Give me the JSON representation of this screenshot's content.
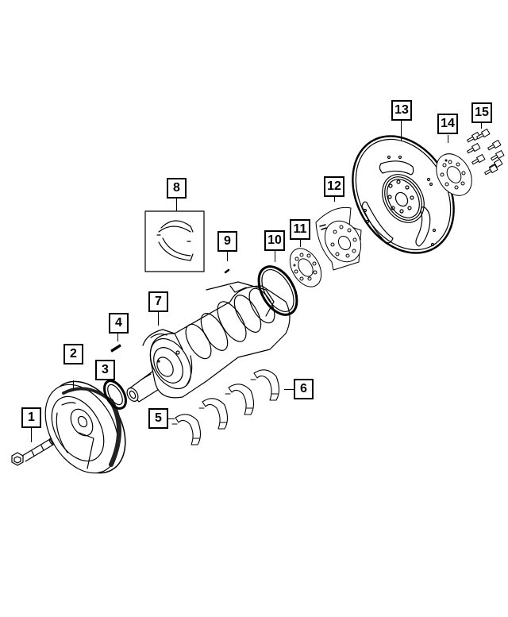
{
  "diagram": {
    "type": "exploded-parts-diagram",
    "subject": "Crankshaft, flywheel and related components",
    "line_color": "#000000",
    "background": "#ffffff",
    "callouts": [
      {
        "id": 1,
        "label": "1",
        "part": "crankshaft-damper-bolt"
      },
      {
        "id": 2,
        "label": "2",
        "part": "vibration-damper"
      },
      {
        "id": 3,
        "label": "3",
        "part": "front-crankshaft-seal"
      },
      {
        "id": 4,
        "label": "4",
        "part": "woodruff-key"
      },
      {
        "id": 5,
        "label": "5",
        "part": "crankshaft-main-bearings-lower"
      },
      {
        "id": 6,
        "label": "6",
        "part": "crankshaft-main-bearings-upper"
      },
      {
        "id": 7,
        "label": "7",
        "part": "crankshaft"
      },
      {
        "id": 8,
        "label": "8",
        "part": "thrust-bearing-kit"
      },
      {
        "id": 9,
        "label": "9",
        "part": "dowel-pin"
      },
      {
        "id": 10,
        "label": "10",
        "part": "rear-crankshaft-seal"
      },
      {
        "id": 11,
        "label": "11",
        "part": "spacer-plate"
      },
      {
        "id": 12,
        "label": "12",
        "part": "tone-wheel-shield"
      },
      {
        "id": 13,
        "label": "13",
        "part": "flex-plate"
      },
      {
        "id": 14,
        "label": "14",
        "part": "reinforcement-plate"
      },
      {
        "id": 15,
        "label": "15",
        "part": "flex-plate-bolts"
      }
    ]
  }
}
